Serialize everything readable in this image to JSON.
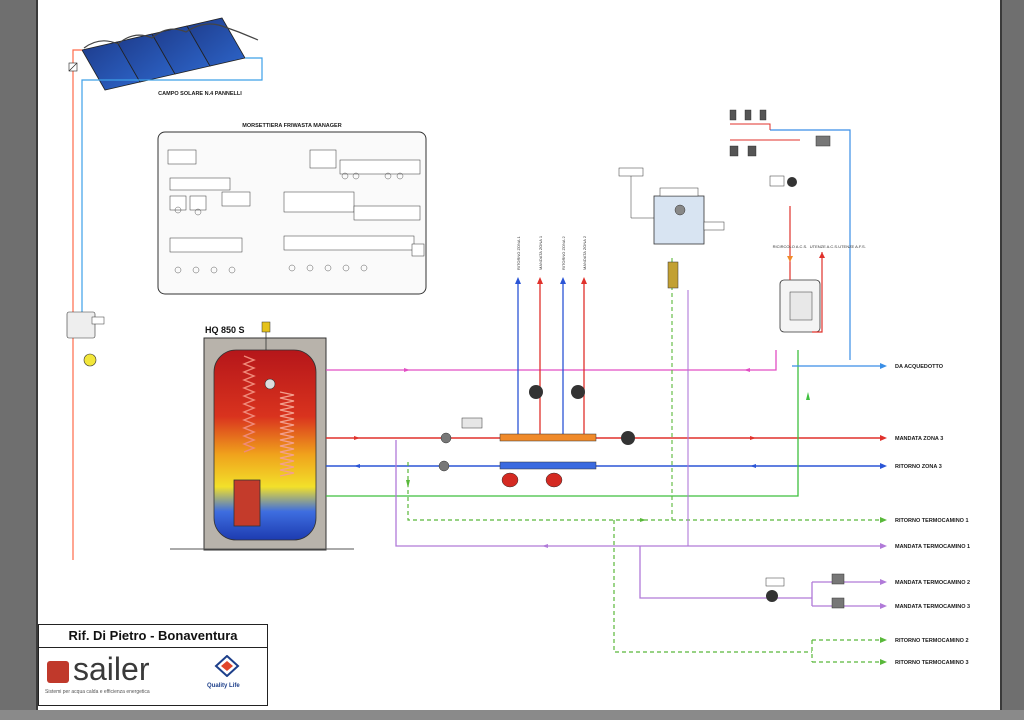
{
  "drawing": {
    "solar_field_label": "CAMPO SOLARE N.4 PANNELLI",
    "manager_title": "MORSETTIERA FRIWASTA MANAGER",
    "tank_label": "HQ 850 S",
    "outlets": [
      "DA ACQUEDOTTO",
      "MANDATA ZONA 3",
      "RITORNO ZONA 3",
      "RITORNO TERMOCAMINO 1",
      "MANDATA TERMOCAMINO 1",
      "MANDATA TERMOCAMINO 2",
      "MANDATA TERMOCAMINO 3",
      "RITORNO TERMOCAMINO 2",
      "RITORNO TERMOCAMINO 3"
    ],
    "zone_labels": [
      "RITORNO ZONA 1",
      "MANDATA ZONA 1",
      "RITORNO ZONA 2",
      "MANDATA ZONA 2"
    ],
    "acs_labels": [
      "RICIRCOLO A.C.S.",
      "UTENZE A.C.S.",
      "UTENZE A.F.S."
    ]
  },
  "title_block": {
    "reference": "Rif. Di Pietro - Bonaventura",
    "brand": "sailer",
    "tagline": "Sistemi per acqua calda e efficienza energetica",
    "partner": "Quality Life"
  },
  "colors": {
    "supply": "#e0312b",
    "return": "#2b55d6",
    "solar": "#ff6a4a",
    "solar_return": "#3da0e8",
    "dhw": "#e24fc4",
    "cold_water": "#3a8ee6",
    "green": "#3fbf3f",
    "purple": "#b07ad8",
    "dashed_green": "#59b83a"
  }
}
